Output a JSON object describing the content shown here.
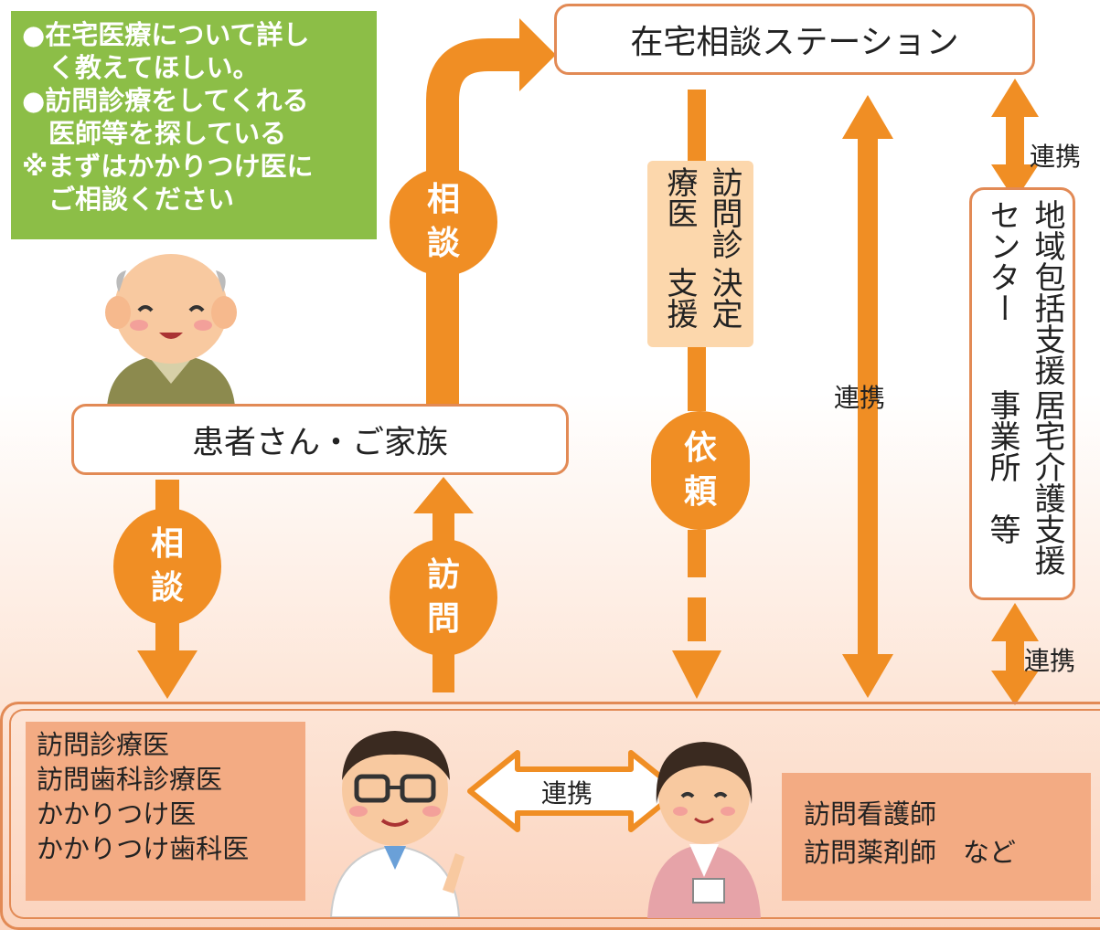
{
  "note": {
    "lines": [
      "●在宅医療について詳し",
      "　く教えてほしい。",
      "●訪問診療をしてくれる",
      "　医師等を探している",
      "※まずはかかりつけ医に",
      "　ご相談ください"
    ]
  },
  "station": {
    "label": "在宅相談ステーション"
  },
  "patient": {
    "label": "患者さん・ご家族"
  },
  "decision": {
    "col1": "訪問診療医",
    "col2": "決定支援"
  },
  "center": {
    "col1": "地域包括支援センター",
    "col2": "居宅介護支援事業所　等"
  },
  "circles": {
    "consult_top": [
      "相",
      "談"
    ],
    "consult_left": [
      "相",
      "談"
    ],
    "visit": [
      "訪",
      "問"
    ],
    "request": [
      "依",
      "頼"
    ]
  },
  "links": {
    "station_center": "連携",
    "center_bottom": "連携",
    "vertical_middle": "連携",
    "doctor_nurse": "連携"
  },
  "providers_left": [
    "訪問診療医",
    "訪問歯科診療医",
    "かかりつけ医",
    "かかりつけ歯科医"
  ],
  "providers_right": [
    "訪問看護師",
    "訪問薬剤師　など"
  ],
  "colors": {
    "orange": "#f08e24",
    "green": "#8cbe47",
    "salmon": "#f3ab83",
    "peach": "#fcd7ac",
    "border": "#e28a55"
  }
}
